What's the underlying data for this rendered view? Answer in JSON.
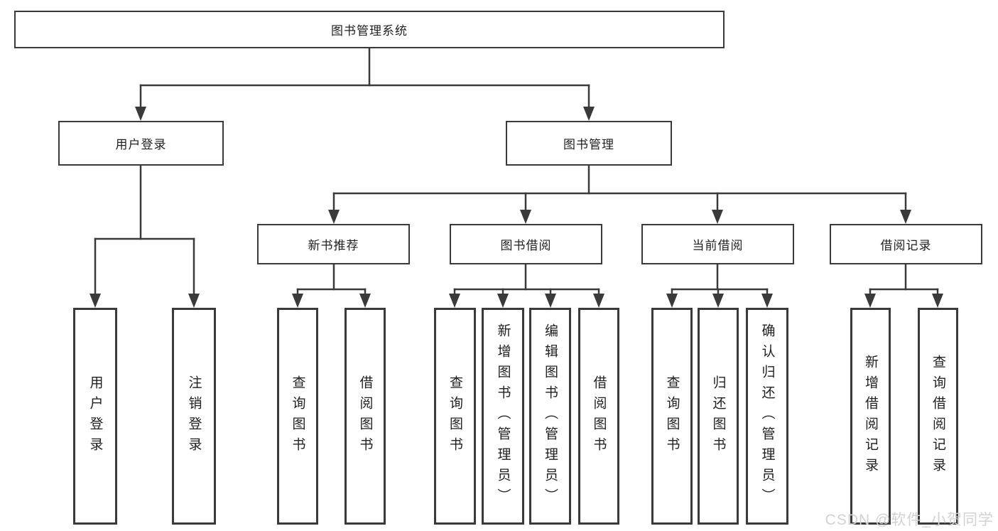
{
  "tree": {
    "root": {
      "label": "图书管理系统"
    },
    "branches": [
      {
        "label": "用户登录",
        "children": [
          {
            "label": "用户登录"
          },
          {
            "label": "注销登录"
          }
        ]
      },
      {
        "label": "图书管理",
        "sections": [
          {
            "label": "新书推荐",
            "children": [
              {
                "label": "查询图书"
              },
              {
                "label": "借阅图书"
              }
            ]
          },
          {
            "label": "图书借阅",
            "children": [
              {
                "label": "查询图书"
              },
              {
                "label": "新增图书（管理员）"
              },
              {
                "label": "编辑图书（管理员）"
              },
              {
                "label": "借阅图书"
              }
            ]
          },
          {
            "label": "当前借阅",
            "children": [
              {
                "label": "查询图书"
              },
              {
                "label": "归还图书"
              },
              {
                "label": "确认归还（管理员）"
              }
            ]
          },
          {
            "label": "借阅记录",
            "children": [
              {
                "label": "新增借阅记录"
              },
              {
                "label": "查询借阅记录"
              }
            ]
          }
        ]
      }
    ]
  },
  "watermark": "CSDN @软件_小贺同学",
  "colors": {
    "line": "#3a3a3a",
    "text": "#212121",
    "background": "#ffffff",
    "watermark": "#d2d2d2"
  }
}
